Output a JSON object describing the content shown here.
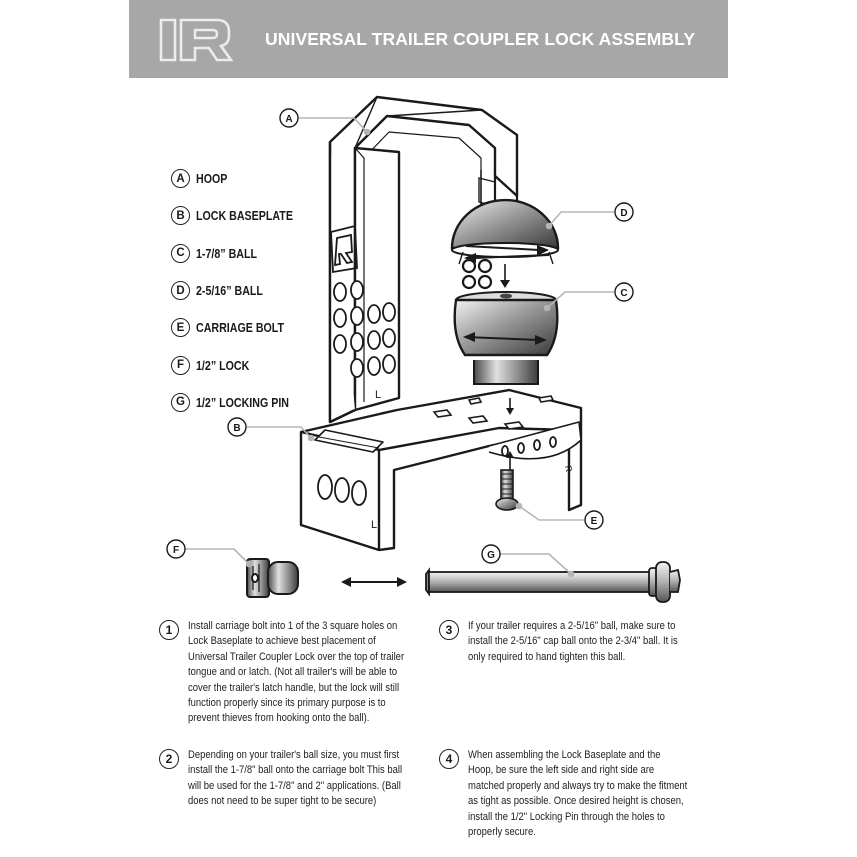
{
  "header": {
    "logo_letter": "R",
    "title": "UNIVERSAL TRAILER COUPLER LOCK ASSEMBLY"
  },
  "legend": [
    {
      "letter": "A",
      "label": "HOOP"
    },
    {
      "letter": "B",
      "label": "LOCK BASEPLATE"
    },
    {
      "letter": "C",
      "label": "1-7/8” BALL"
    },
    {
      "letter": "D",
      "label": "2-5/16” BALL"
    },
    {
      "letter": "E",
      "label": "CARRIAGE BOLT"
    },
    {
      "letter": "F",
      "label": "1/2” LOCK"
    },
    {
      "letter": "G",
      "label": "1/2” LOCKING PIN"
    }
  ],
  "callouts": {
    "a": "A",
    "b": "B",
    "c": "C",
    "d": "D",
    "e": "E",
    "f": "F",
    "g": "G"
  },
  "part_markings": {
    "hoop_side": "L",
    "baseplate_side": "L",
    "baseplate_edge": "R"
  },
  "colors": {
    "header_bg": "#a7a7a7",
    "ink": "#1a1a1a",
    "callout_line": "#b5b5b5"
  },
  "icons": [
    "double-arrow-icon",
    "down-arrow-icon",
    "up-arrow-icon",
    "rotation-arrow-icon"
  ],
  "steps": [
    {
      "number": "1",
      "text": "Install carriage bolt into 1 of the 3 square holes on Lock Baseplate to achieve best placement of Universal Trailer Coupler Lock over the top of trailer tongue and or latch. (Not all trailer's will be able to cover the trailer's latch handle, but the lock will still function properly since its primary purpose is to prevent thieves from hooking onto the ball)."
    },
    {
      "number": "2",
      "text": "Depending on your trailer's ball size, you must first install the 1-7/8\" ball onto the carriage bolt This ball will be used for the 1-7/8\" and 2\" applications. (Ball does not need to be super tight to be secure)"
    },
    {
      "number": "3",
      "text": "If your trailer requires a 2-5/16\" ball, make sure to install the 2-5/16\" cap ball onto the 2-3/4\" ball. It is only required to hand tighten this ball."
    },
    {
      "number": "4",
      "text": "When assembling the Lock Baseplate and the Hoop, be sure the left side and right side are matched properly and always try to make the fitment as tight as possible. Once desired height is chosen, install the 1/2\" Locking Pin through the holes to properly secure."
    }
  ]
}
